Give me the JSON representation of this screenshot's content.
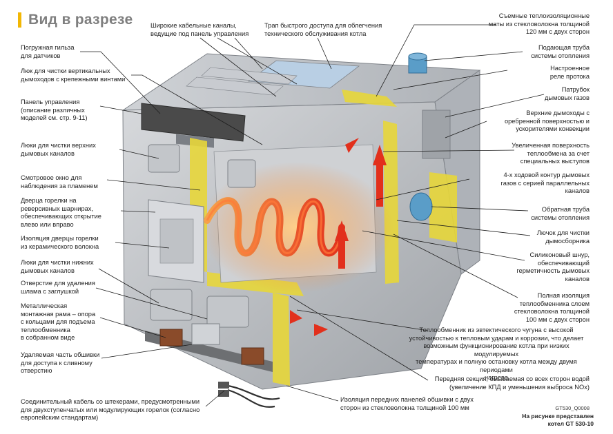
{
  "title": "Вид в разрезе",
  "colors": {
    "accent_yellow": "#f2b705",
    "flame_red": "#e2301c",
    "insulation_yellow": "#e7d63a",
    "cast_iron_gray": "#b9bcc0",
    "pipe_blue": "#5a9dc8",
    "copper": "#8a4b2a",
    "panel_dark": "#4a4a4a"
  },
  "labels": {
    "l01": "Погружная гильза\nдля датчиков",
    "l02": "Люк для чистки вертикальных\nдымоходов с крепежными винтами",
    "l03": "Панель управления\n(описание различных\nмоделей см. стр. 9-11)",
    "l04": "Люки для чистки верхних\nдымовых каналов",
    "l05": "Смотровое окно для\nнаблюдения за пламенем",
    "l06": "Дверца горелки на\nреверсивных шарнирах,\nобеспечивающих открытие\nвлево или вправо",
    "l07": "Изоляция дверцы горелки\nиз керамического волокна",
    "l08": "Люки для чистки нижних\nдымовых каналов",
    "l09": "Отверстие для удаления\nшлама с заглушкой",
    "l10": "Металлическая\nмонтажная рама – опора\nс кольцами для подъема\nтеплообменника\nв собранном виде",
    "l11": "Удаляемая часть обшивки\nдля доступа к сливному\nотверстию",
    "l12": "Соединительный кабель со штекерами, предусмотренными\nдля двухступенчатых или модулирующих горелок (согласно\nевропейским стандартам)",
    "t01": "Широкие кабельные каналы,\nведущие под панель управления",
    "t02": "Трап быстрого доступа для облегчения\nтехнического обслуживания котла",
    "r01": "Съемные теплоизоляционные\nматы из стекловолокна толщиной\n120 мм с двух сторон",
    "r02": "Подающая труба\nсистемы отопления",
    "r03": "Настроенное\nреле протока",
    "r04": "Патрубок\nдымовых газов",
    "r05": "Верхние дымоходы с\nоребренной поверхностью и\nускорителями конвекции",
    "r06": "Увеличенная поверхность\nтеплообмена за счет\nспециальных выступов",
    "r07": "4-х ходовой контур дымовых\nгазов с серией параллельных\nканалов",
    "r08": "Обратная труба\nсистемы отопления",
    "r09": "Лючок для чистки\nдымосборника",
    "r10": "Силиконовый шнур,\nобеспечивающий\nгерметичность дымовых\nканалов",
    "r11": "Полная изоляция\nтеплообменника слоем\nстекловолокна толщиной\n100 мм с двух сторон",
    "b01": "Теплообменник из эвтектического чугуна с высокой\nустойчивостью к тепловым ударам и коррозии, что делает\nвозможным функционирование котла при низких модулируемых\nтемпературах и полную остановку котла между двумя периодами\nнагрева",
    "b02": "Передняя секция, омываемая со всех сторон водой\n(увеличение КПД и уменьшения выброса NOx)",
    "b03": "Изоляция передних панелей обшивки с двух\nсторон из стекловолокна толщиной 100 мм"
  },
  "figure_code": "GT530_Q0008",
  "figure_note": "На рисунке представлен\nкотел GT 530-10"
}
